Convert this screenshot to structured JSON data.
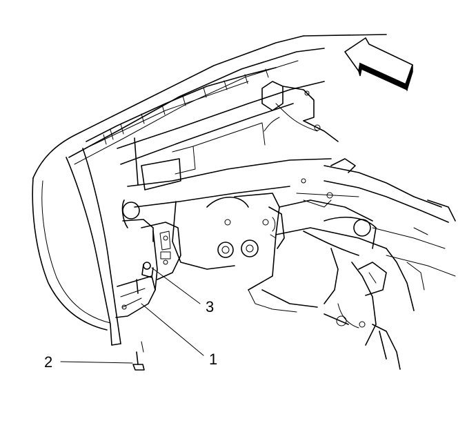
{
  "diagram": {
    "callouts": [
      {
        "id": "callout-1",
        "label": "1"
      },
      {
        "id": "callout-2",
        "label": "2"
      },
      {
        "id": "callout-3",
        "label": "3"
      }
    ],
    "direction_arrow_icon": "front-direction-arrow-icon",
    "colors": {
      "line": "#000000",
      "background": "#ffffff"
    }
  }
}
